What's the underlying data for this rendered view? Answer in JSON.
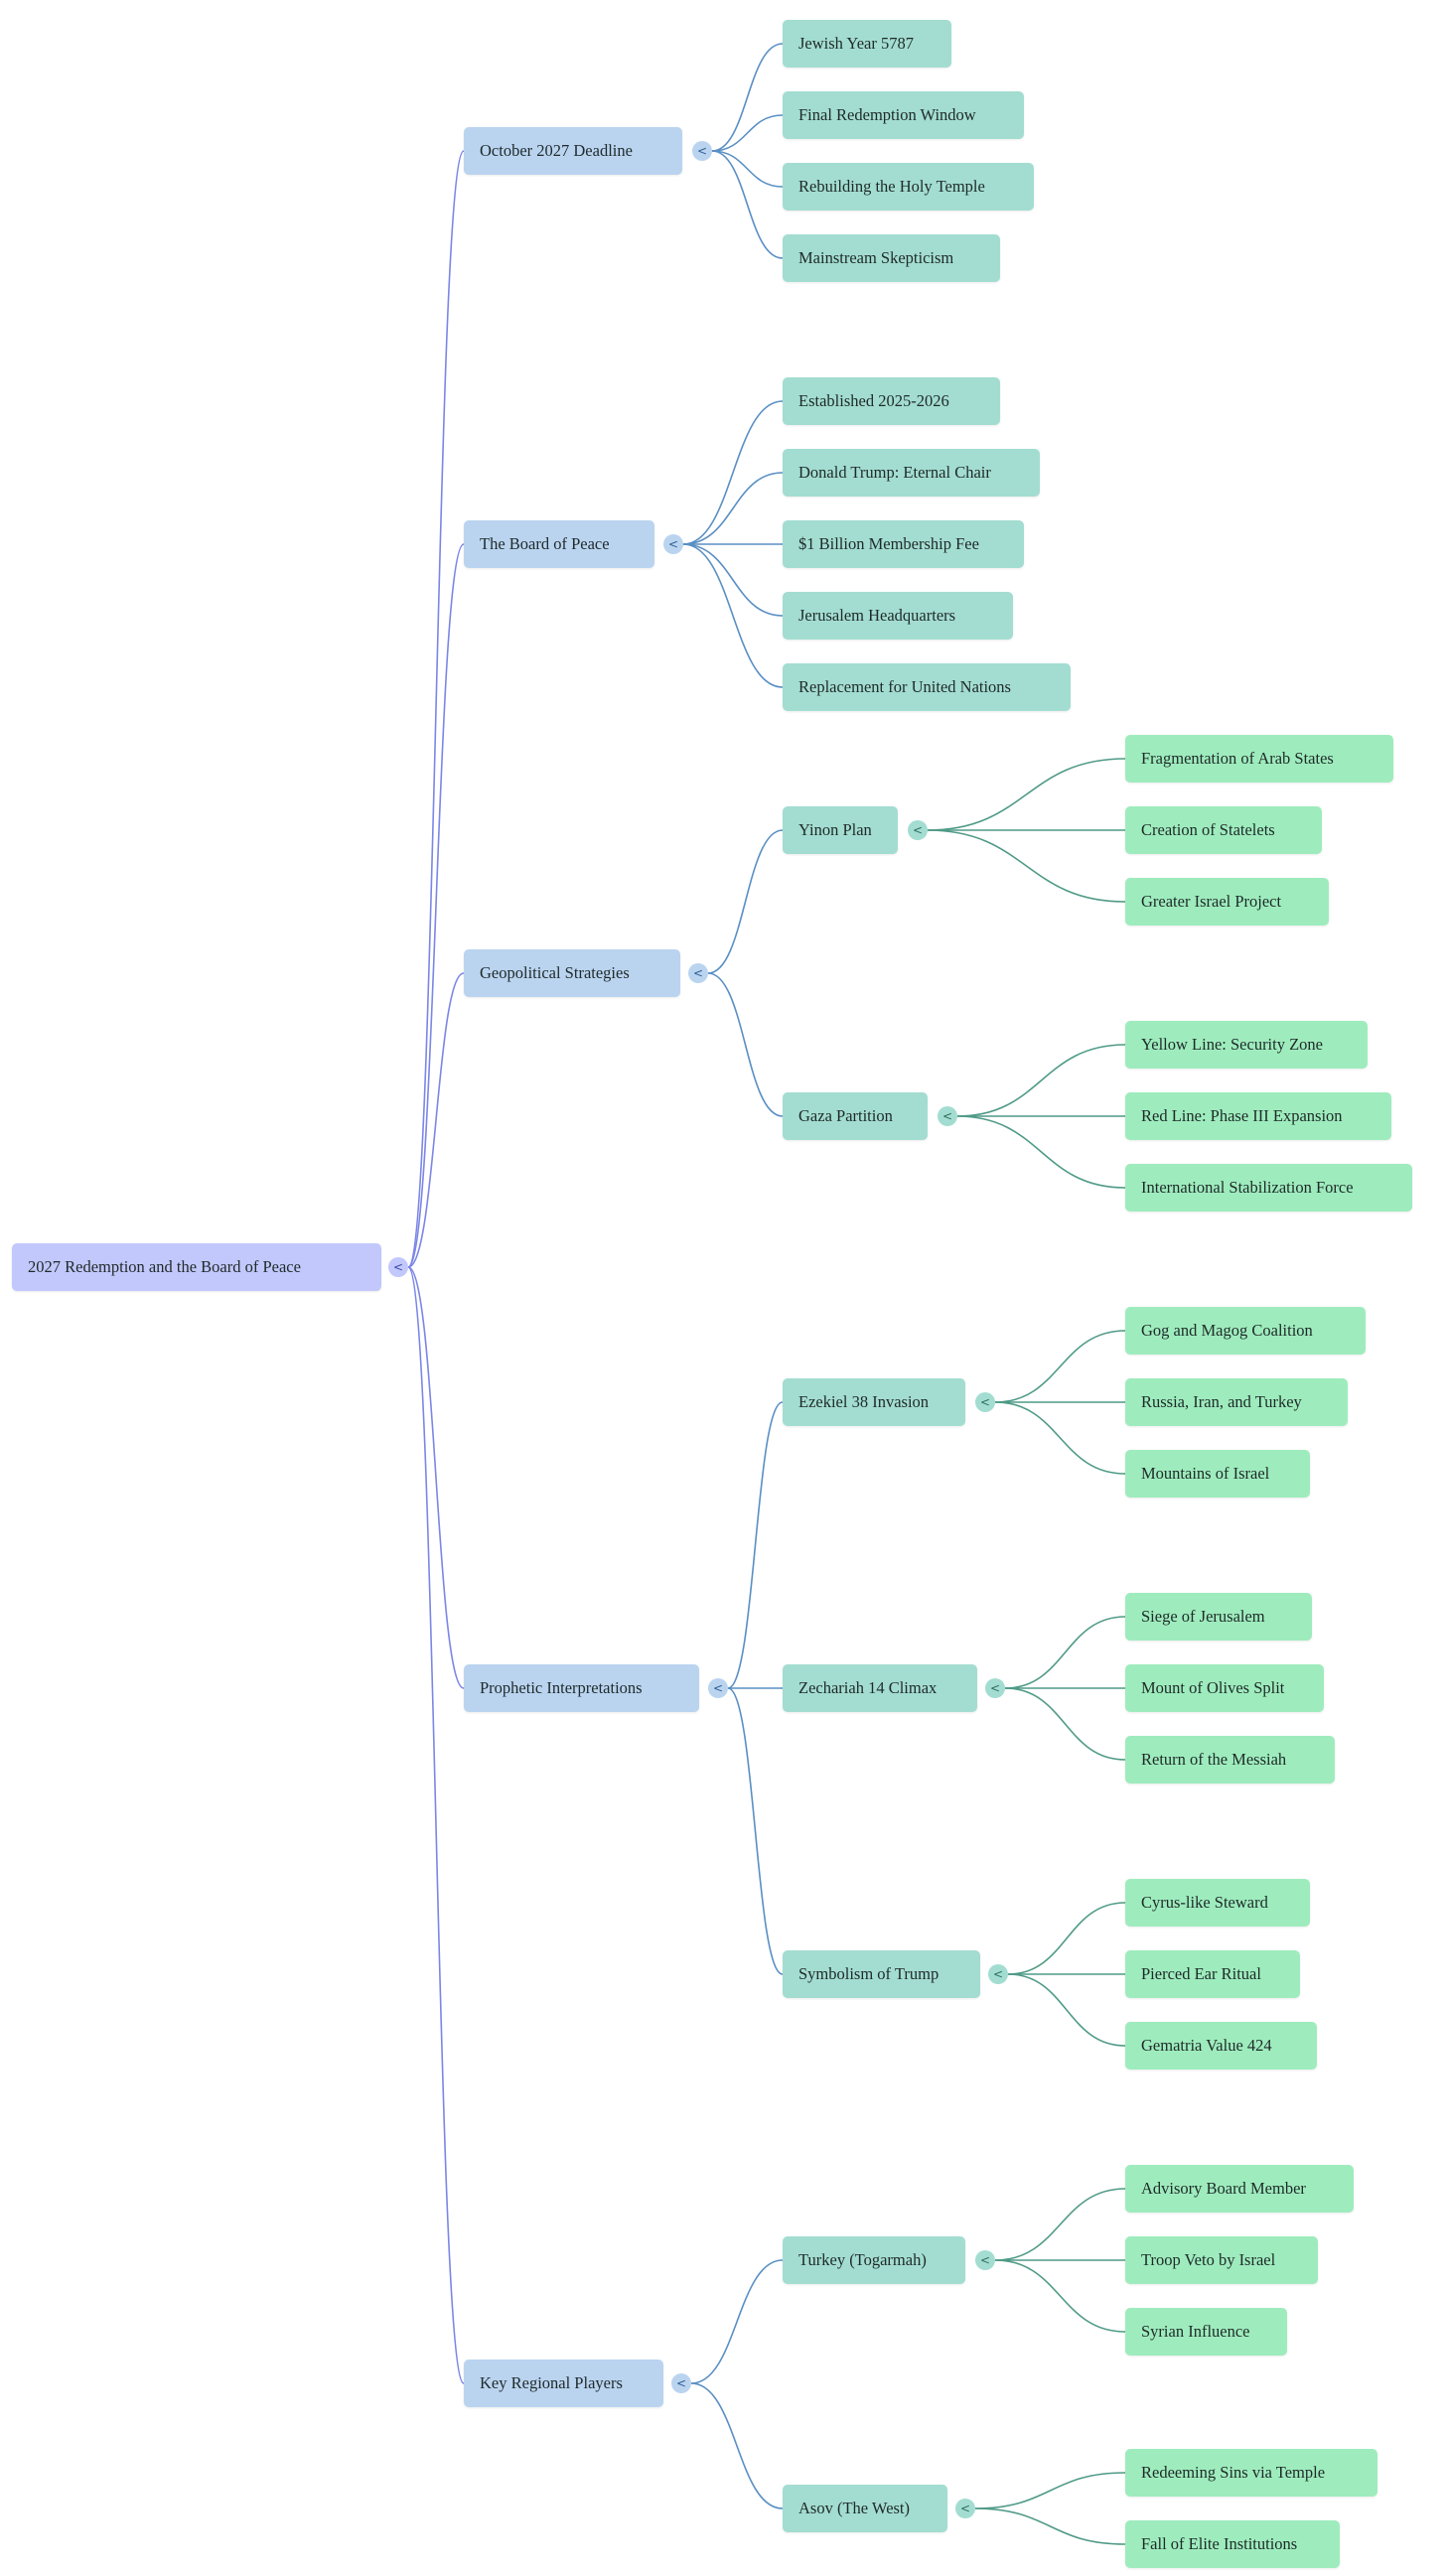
{
  "mindmap": {
    "root": {
      "label": "2027 Redemption and the Board of Peace",
      "toggle": "<",
      "children": [
        {
          "label": "October 2027 Deadline",
          "toggle": "<",
          "children": [
            {
              "label": "Jewish Year 5787"
            },
            {
              "label": "Final Redemption Window"
            },
            {
              "label": "Rebuilding the Holy Temple"
            },
            {
              "label": "Mainstream Skepticism"
            }
          ]
        },
        {
          "label": "The Board of Peace",
          "toggle": "<",
          "children": [
            {
              "label": "Established 2025-2026"
            },
            {
              "label": "Donald Trump: Eternal Chair"
            },
            {
              "label": "$1 Billion Membership Fee"
            },
            {
              "label": "Jerusalem Headquarters"
            },
            {
              "label": "Replacement for United Nations"
            }
          ]
        },
        {
          "label": "Geopolitical Strategies",
          "toggle": "<",
          "children": [
            {
              "label": "Yinon Plan",
              "toggle": "<",
              "children": [
                {
                  "label": "Fragmentation of Arab States"
                },
                {
                  "label": "Creation of Statelets"
                },
                {
                  "label": "Greater Israel Project"
                }
              ]
            },
            {
              "label": "Gaza Partition",
              "toggle": "<",
              "children": [
                {
                  "label": "Yellow Line: Security Zone"
                },
                {
                  "label": "Red Line: Phase III Expansion"
                },
                {
                  "label": "International Stabilization Force"
                }
              ]
            }
          ]
        },
        {
          "label": "Prophetic Interpretations",
          "toggle": "<",
          "children": [
            {
              "label": "Ezekiel 38 Invasion",
              "toggle": "<",
              "children": [
                {
                  "label": "Gog and Magog Coalition"
                },
                {
                  "label": "Russia, Iran, and Turkey"
                },
                {
                  "label": "Mountains of Israel"
                }
              ]
            },
            {
              "label": "Zechariah 14 Climax",
              "toggle": "<",
              "children": [
                {
                  "label": "Siege of Jerusalem"
                },
                {
                  "label": "Mount of Olives Split"
                },
                {
                  "label": "Return of the Messiah"
                }
              ]
            },
            {
              "label": "Symbolism of Trump",
              "toggle": "<",
              "children": [
                {
                  "label": "Cyrus-like Steward"
                },
                {
                  "label": "Pierced Ear Ritual"
                },
                {
                  "label": "Gematria Value 424"
                }
              ]
            }
          ]
        },
        {
          "label": "Key Regional Players",
          "toggle": "<",
          "children": [
            {
              "label": "Turkey (Togarmah)",
              "toggle": "<",
              "children": [
                {
                  "label": "Advisory Board Member"
                },
                {
                  "label": "Troop Veto by Israel"
                },
                {
                  "label": "Syrian Influence"
                }
              ]
            },
            {
              "label": "Asov (The West)",
              "toggle": "<",
              "children": [
                {
                  "label": "Redeeming Sins via Temple"
                },
                {
                  "label": "Fall of Elite Institutions"
                }
              ]
            }
          ]
        }
      ]
    },
    "colors": {
      "level0": "#c2c8fb",
      "level1": "#bad4f0",
      "level2": "#a3ddd1",
      "level3": "#9eecbd",
      "link_root": "#7b86e6",
      "link_level1": "#5a8fc4",
      "link_level2": "#4f9a87"
    }
  }
}
